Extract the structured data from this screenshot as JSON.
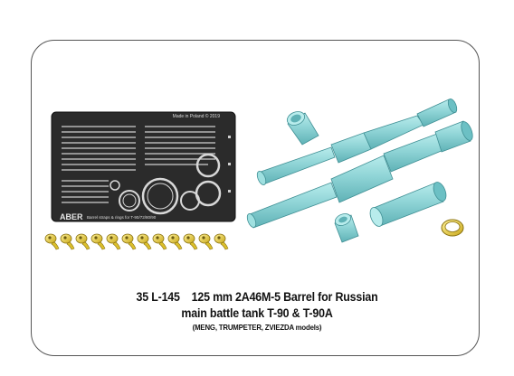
{
  "fret": {
    "top_label": "Made in Poland  © 2019",
    "brand": "ABER",
    "bottom_label": "Barrel straps & rings for T-90/72/80/90"
  },
  "caption": {
    "code": "35 L-145",
    "title": "125 mm 2A46M-5 Barrel for Russian",
    "subtitle": "main battle tank T-90 & T-90A",
    "models": "(MENG, TRUMPETER, ZVIEZDA models)"
  },
  "colors": {
    "barrel": "#8fd4d6",
    "barrel_shadow": "#5fb2b6",
    "fret": "#2b2b2b",
    "brass": "#e9d23a",
    "border": "#555555"
  }
}
